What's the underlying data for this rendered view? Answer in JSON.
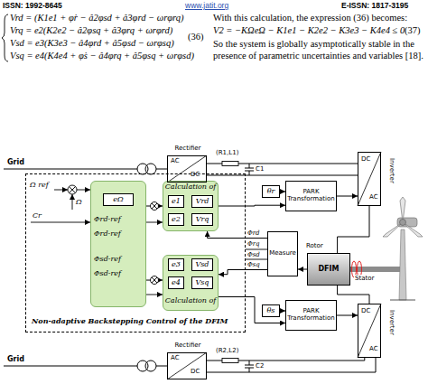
{
  "diagram": {
    "nodes": [
      {
        "text": [
          "Non-adaptive Backstepping Control of the DFIM"
        ]
      },
      {
        "text": [
          "Φrd-ref",
          "Φrd-ref",
          "Φsd-ref",
          "Φsd-ref"
        ],
        "in": 0
      },
      {
        "text": [
          "eΩ"
        ],
        "in": 1
      },
      {
        "text": [
          "Calculation of"
        ],
        "in": 0
      },
      {
        "text": [
          "e1"
        ],
        "in": 3
      },
      {
        "text": [
          "Vrd"
        ],
        "in": 3
      },
      {
        "text": [
          "e2"
        ],
        "in": 3
      },
      {
        "text": [
          "Vrq"
        ],
        "in": 3
      },
      {
        "text": [
          "Calculation of"
        ],
        "in": 0
      },
      {
        "text": [
          "e3"
        ],
        "in": 8
      },
      {
        "text": [
          "Vsd"
        ],
        "in": 8
      },
      {
        "text": [
          "e4"
        ],
        "in": 8
      },
      {
        "text": [
          "Vsq"
        ],
        "in": 8
      },
      {
        "text": [
          "Rectifier",
          "AC",
          "DC"
        ]
      },
      {
        "text": [
          "θr"
        ]
      },
      {
        "text": [
          "PARK Transformation"
        ]
      },
      {
        "text": [
          "DC",
          "AC",
          "Inverter"
        ]
      },
      {
        "text": [
          "Measure"
        ]
      },
      {
        "text": [
          "DFIM"
        ]
      },
      {
        "text": [
          "θs"
        ]
      },
      {
        "text": [
          "PARK Transformation"
        ]
      },
      {
        "text": [
          "DC",
          "AC",
          "Inverter"
        ]
      },
      {
        "text": [
          "Rectifier",
          "AC",
          "DC"
        ]
      }
    ],
    "edges": [
      {
        "from": 1,
        "to": 3,
        "arrow": "to"
      },
      {
        "from": 1,
        "to": 8,
        "arrow": "to"
      },
      {
        "from": 3,
        "to": 15,
        "arrow": "to"
      },
      {
        "from": 8,
        "to": 20,
        "arrow": "to"
      },
      {
        "from": 14,
        "to": 15,
        "arrow": "to"
      },
      {
        "from": 19,
        "to": 20,
        "arrow": "to"
      },
      {
        "from": 13,
        "to": 16,
        "arrow": "none"
      },
      {
        "from": 15,
        "to": 16,
        "arrow": "to"
      },
      {
        "from": 20,
        "to": 21,
        "arrow": "to"
      },
      {
        "from": 22,
        "to": 21,
        "arrow": "none"
      },
      {
        "from": 16,
        "to": 18,
        "arrow": "none"
      },
      {
        "from": 21,
        "to": 18,
        "arrow": "none"
      },
      {
        "from": 18,
        "to": 17,
        "arrow": "to"
      },
      {
        "from": 17,
        "to": 3,
        "arrow": "to"
      },
      {
        "from": 17,
        "to": 8,
        "arrow": "to"
      }
    ],
    "labels": [
      "ISSN: 1992-8645",
      "www.jatit.org",
      "E-ISSN: 1817-3195",
      "Vrd = (K1e1 + φ̇r − â2φsd + â3φrd − ωrφrq)",
      "Vrq = e2(K2e2 − â2φsq + â3φrq + ωrφrd)",
      "Vsd = e3(K3e3 − â4φrd + â5φsd − ωrφsq)",
      "Vsq = e4(K4e4 + φ̇s − â4φrq + â5φsq + ωrφsd)",
      "(36)",
      "With this calculation, the expression (36) becomes:",
      "V2 = −KΩeΩ − K1e1 − K2e2 − K3e3 − K4e4 ≤ 0",
      "(37)",
      "So the system is globally asymptotically stable in the presence of parametric uncertainties and variables [18].",
      "Grid",
      "Grid",
      "(R1,L1)",
      "C1",
      "(R2,L2)",
      "C2",
      "Ω ref",
      "Cr",
      "Ω",
      "Φrd",
      "Φrq",
      "Φsd",
      "Φsq",
      "Rotor",
      "Stator"
    ]
  }
}
